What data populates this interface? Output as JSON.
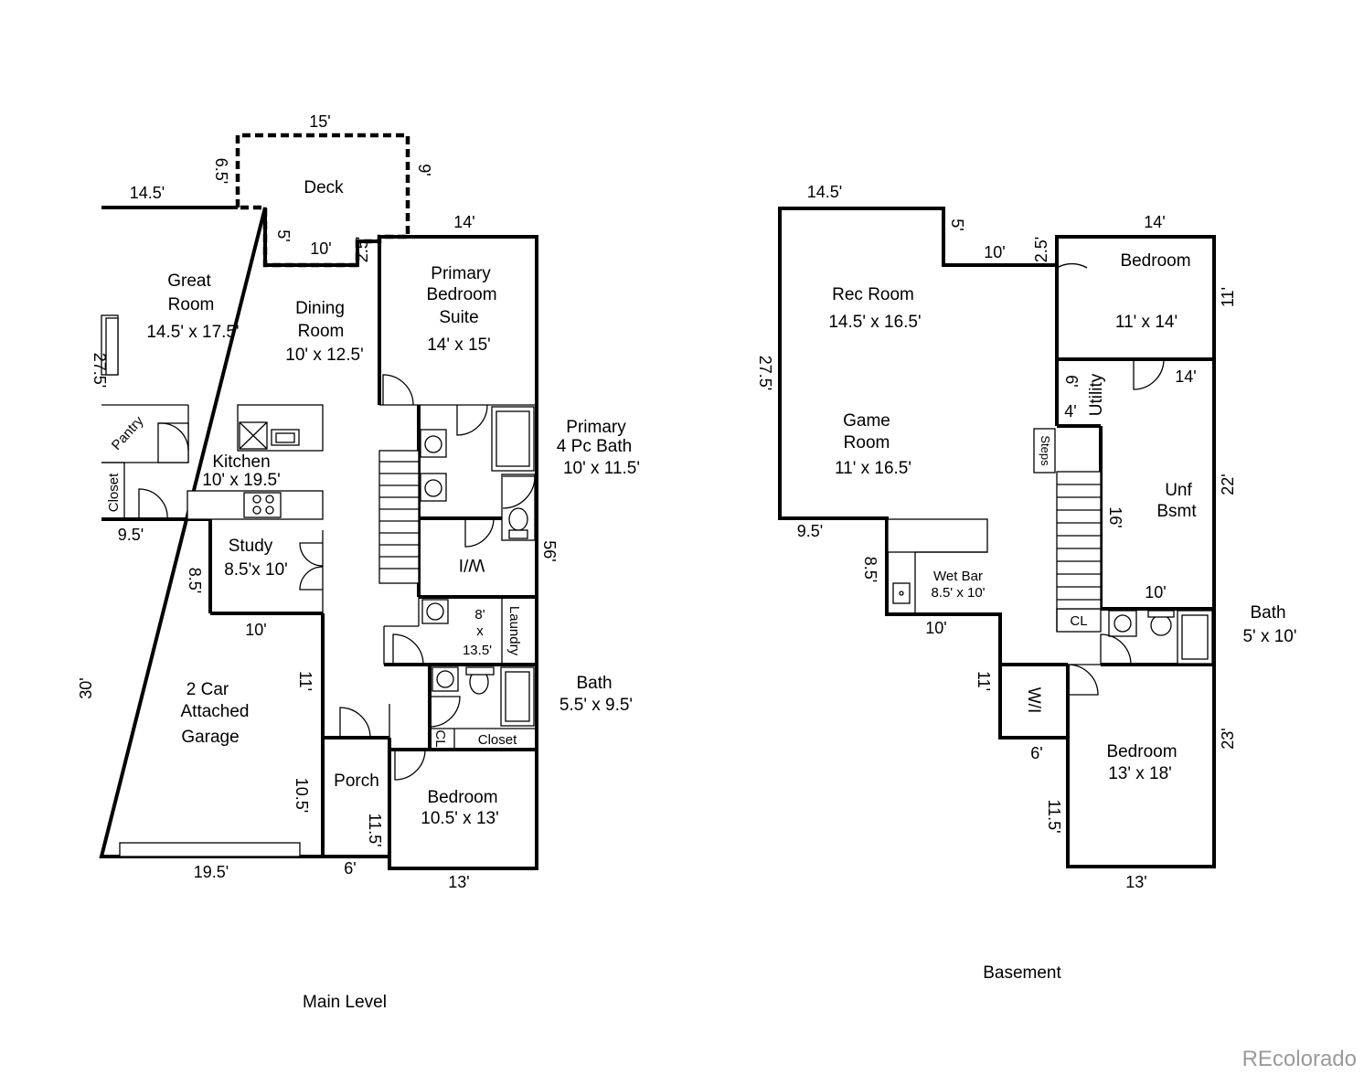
{
  "main_level": {
    "caption": "Main Level",
    "rooms": {
      "deck": "Deck",
      "great_room": [
        "Great",
        "Room",
        "14.5' x 17.5'"
      ],
      "dining_room": [
        "Dining",
        "Room",
        "10' x 12.5'"
      ],
      "primary_suite": [
        "Primary",
        "Bedroom",
        "Suite",
        "14' x 15'"
      ],
      "primary_bath": [
        "Primary",
        "4 Pc  Bath",
        "10' x 11.5'"
      ],
      "pantry": "Pantry",
      "kitchen": [
        "Kitchen",
        "10' x 19.5'"
      ],
      "closet": "Closet",
      "study": [
        "Study",
        "8.5'x 10'"
      ],
      "wi": "W/I",
      "laundry": [
        "8'",
        "x",
        "13.5'",
        "Laundry"
      ],
      "bath": [
        "Bath",
        "5.5' x 9.5'"
      ],
      "garage": [
        "2 Car",
        "Attached",
        "Garage"
      ],
      "porch": "Porch",
      "cl": "CL",
      "closet2": "Closet",
      "bedroom": [
        "Bedroom",
        "10.5' x 13'"
      ]
    },
    "dimensions": {
      "deck_top": "15'",
      "deck_left": "6.5'",
      "deck_right": "9'",
      "top_left": "14.5'",
      "deck_inner_left": "5'",
      "deck_inner_bottom": "10'",
      "deck_inner_right": "2.5'",
      "suite_top": "14'",
      "left_side": "27.5'",
      "right_side": "56'",
      "garage_top": "9.5'",
      "study_side": "8.5'",
      "study_bottom": "10'",
      "garage_side": "30'",
      "garage_inner": "11'",
      "garage_inner2": "10.5'",
      "porch_side": "11.5'",
      "garage_bottom": "19.5'",
      "porch_bottom": "6'",
      "bedroom_bottom": "13'"
    }
  },
  "basement": {
    "caption": "Basement",
    "rooms": {
      "rec_room": [
        "Rec Room",
        "14.5' x 16.5'"
      ],
      "game_room": [
        "Game",
        "Room",
        "11' x 16.5'"
      ],
      "bedroom1": [
        "Bedroom",
        "11'  x 14'"
      ],
      "utility": "Utility",
      "steps": "Steps",
      "unf_bsmt": [
        "Unf",
        "Bsmt"
      ],
      "wet_bar": [
        "Wet Bar",
        "8.5' x 10'"
      ],
      "cl": "CL",
      "bath": [
        "Bath",
        "5' x 10'"
      ],
      "wi": "W/I",
      "bedroom2": [
        "Bedroom",
        "13' x 18'"
      ]
    },
    "dimensions": {
      "top_left": "14.5'",
      "notch_side": "5'",
      "notch_bottom": "10'",
      "notch_right": "2.5'",
      "bed_top": "14'",
      "bed_side": "11'",
      "left_side": "27.5'",
      "util_a": "6'",
      "util_b": "4'",
      "unf_top": "14'",
      "unf_side": "22'",
      "stair_side": "16'",
      "unf_bottom": "10'",
      "lower_left": "9.5'",
      "bar_side": "8.5'",
      "bar_bottom": "10'",
      "wi_side": "11'",
      "wi_bottom": "6'",
      "bed2_left": "11.5'",
      "bed2_right": "23'",
      "bed2_bottom": "13'"
    }
  },
  "watermark": "REcolorado"
}
